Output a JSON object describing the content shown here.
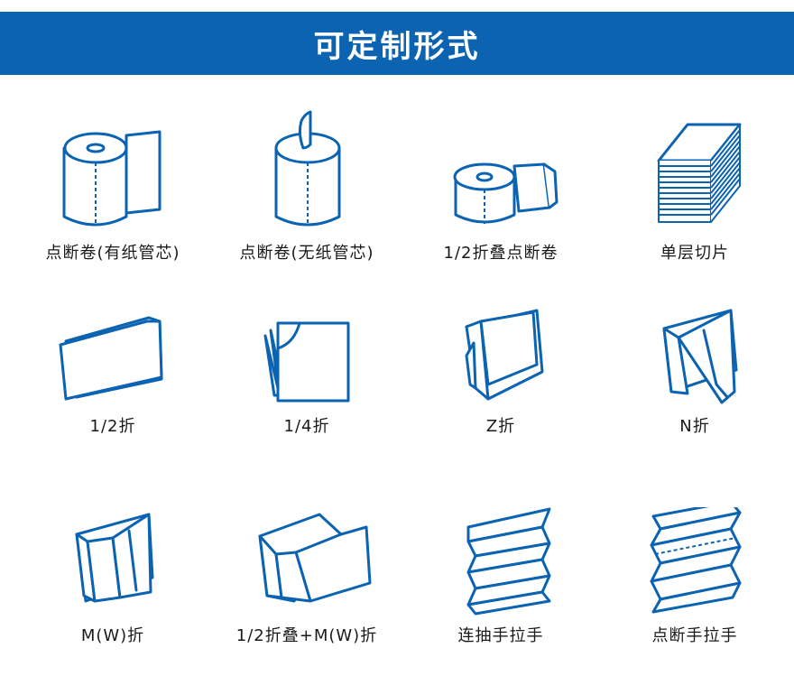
{
  "header": {
    "title": "可定制形式"
  },
  "colors": {
    "accent": "#0b63b2",
    "background": "#ffffff",
    "text": "#1a1a1a"
  },
  "items": [
    {
      "label": "点断卷(有纸管芯)",
      "icon": "perforated-roll-with-core-icon"
    },
    {
      "label": "点断卷(无纸管芯)",
      "icon": "perforated-roll-coreless-icon"
    },
    {
      "label": "1/2折叠点断卷",
      "icon": "half-folded-perforated-roll-icon"
    },
    {
      "label": "单层切片",
      "icon": "single-layer-sheets-stack-icon"
    },
    {
      "label": "1/2折",
      "icon": "half-fold-icon"
    },
    {
      "label": "1/4折",
      "icon": "quarter-fold-icon"
    },
    {
      "label": "Z折",
      "icon": "z-fold-icon"
    },
    {
      "label": "N折",
      "icon": "n-fold-icon"
    },
    {
      "label": "M(W)折",
      "icon": "m-w-fold-icon"
    },
    {
      "label": "1/2折叠+M(W)折",
      "icon": "half-fold-plus-m-w-fold-icon"
    },
    {
      "label": "连抽手拉手",
      "icon": "interfold-continuous-icon"
    },
    {
      "label": "点断手拉手",
      "icon": "perforated-interfold-icon"
    }
  ]
}
